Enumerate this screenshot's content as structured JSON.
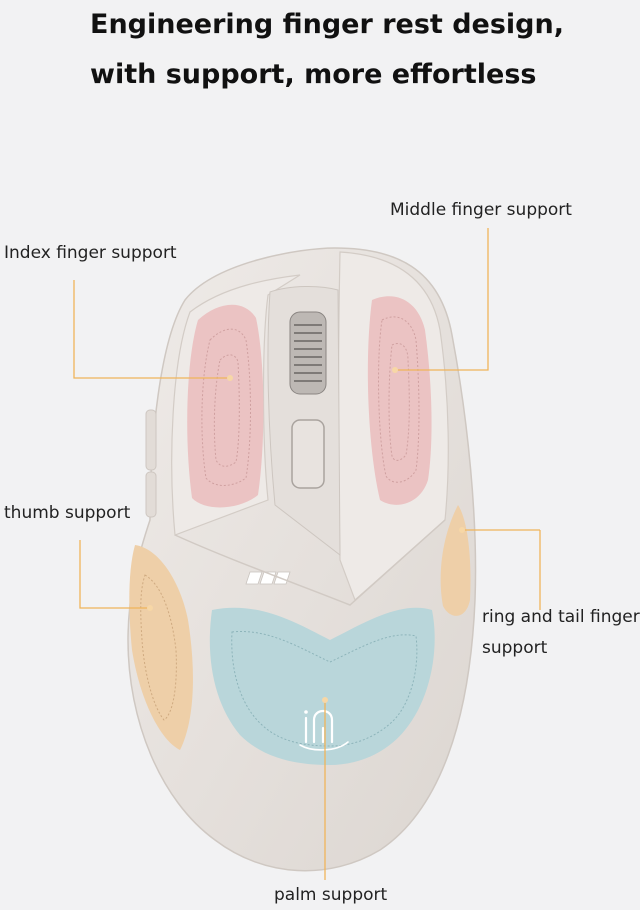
{
  "title": {
    "line1": "Engineering finger rest design,",
    "line2": "with support, more effortless"
  },
  "labels": {
    "index": "Index finger support",
    "middle": "Middle finger support",
    "thumb": "thumb support",
    "ring_line1": "ring and tail finger",
    "ring_line2": "support",
    "palm": "palm support"
  },
  "colors": {
    "background": "#f2f2f3",
    "shell": "#e7e2de",
    "finger_pads": "#ebc3c3",
    "thumb_pad": "#eecfa8",
    "palm_pad": "#b9d6da",
    "leader_lines": "#f0b45a"
  },
  "icons": {
    "logo": "brand-logo",
    "led": "battery-led-icon"
  }
}
